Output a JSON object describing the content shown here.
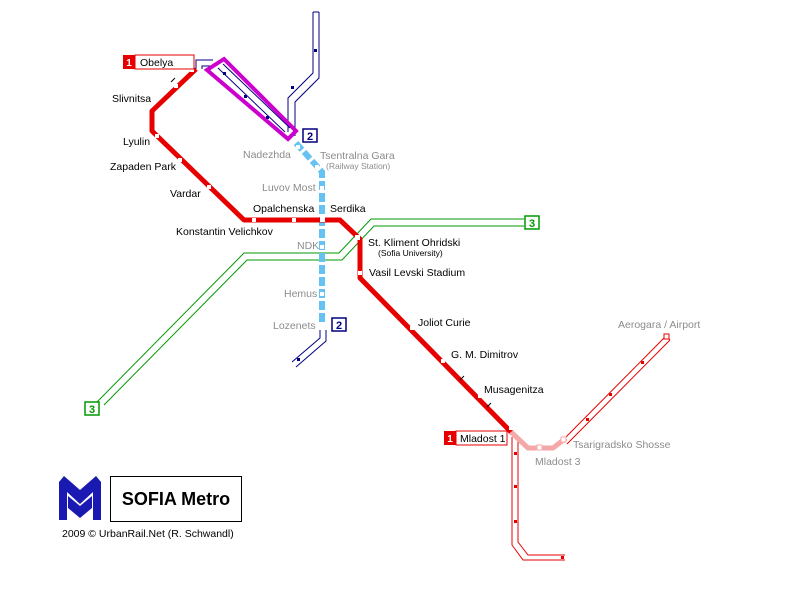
{
  "title": "SOFIA Metro",
  "credit": "2009 © UrbanRail.Net (R. Schwandl)",
  "colors": {
    "line1": "#e60000",
    "line1_planned": "#f5a8a8",
    "line2": "#000080",
    "line2_construction": "#66c2f2",
    "line3": "#009900",
    "highlight": "#cc00cc",
    "logo": "#1a1ab3"
  },
  "badges": {
    "line1_obelya": "1",
    "line1_mladost": "1",
    "line2_north": "2",
    "line2_south": "2",
    "line3_east": "3",
    "line3_west": "3"
  },
  "terminals": {
    "obelya": "Obelya",
    "mladost1": "Mladost 1"
  },
  "stations": {
    "slivnitsa": "Slivnitsa",
    "lyulin": "Lyulin",
    "zapaden_park": "Zapaden Park",
    "vardar": "Vardar",
    "konstantin_velichkov": "Konstantin Velichkov",
    "opalchenska": "Opalchenska",
    "serdika": "Serdika",
    "st_kliment": "St. Kliment Ohridski",
    "st_kliment_sub": "(Sofia University)",
    "vasil_levski": "Vasil Levski Stadium",
    "joliot_curie": "Joliot Curie",
    "gm_dimitrov": "G. M. Dimitrov",
    "musagenitza": "Musagenitza",
    "nadezhda": "Nadezhda",
    "tsentralna_gara": "Tsentralna Gara",
    "tsentralna_gara_sub": "(Railway Station)",
    "luvov_most": "Luvov Most",
    "ndk": "NDK",
    "hemus": "Hemus",
    "lozenets": "Lozenets",
    "tsarigradsko": "Tsarigradsko Shosse",
    "mladost3": "Mladost 3",
    "aerogara": "Aerogara / Airport"
  }
}
